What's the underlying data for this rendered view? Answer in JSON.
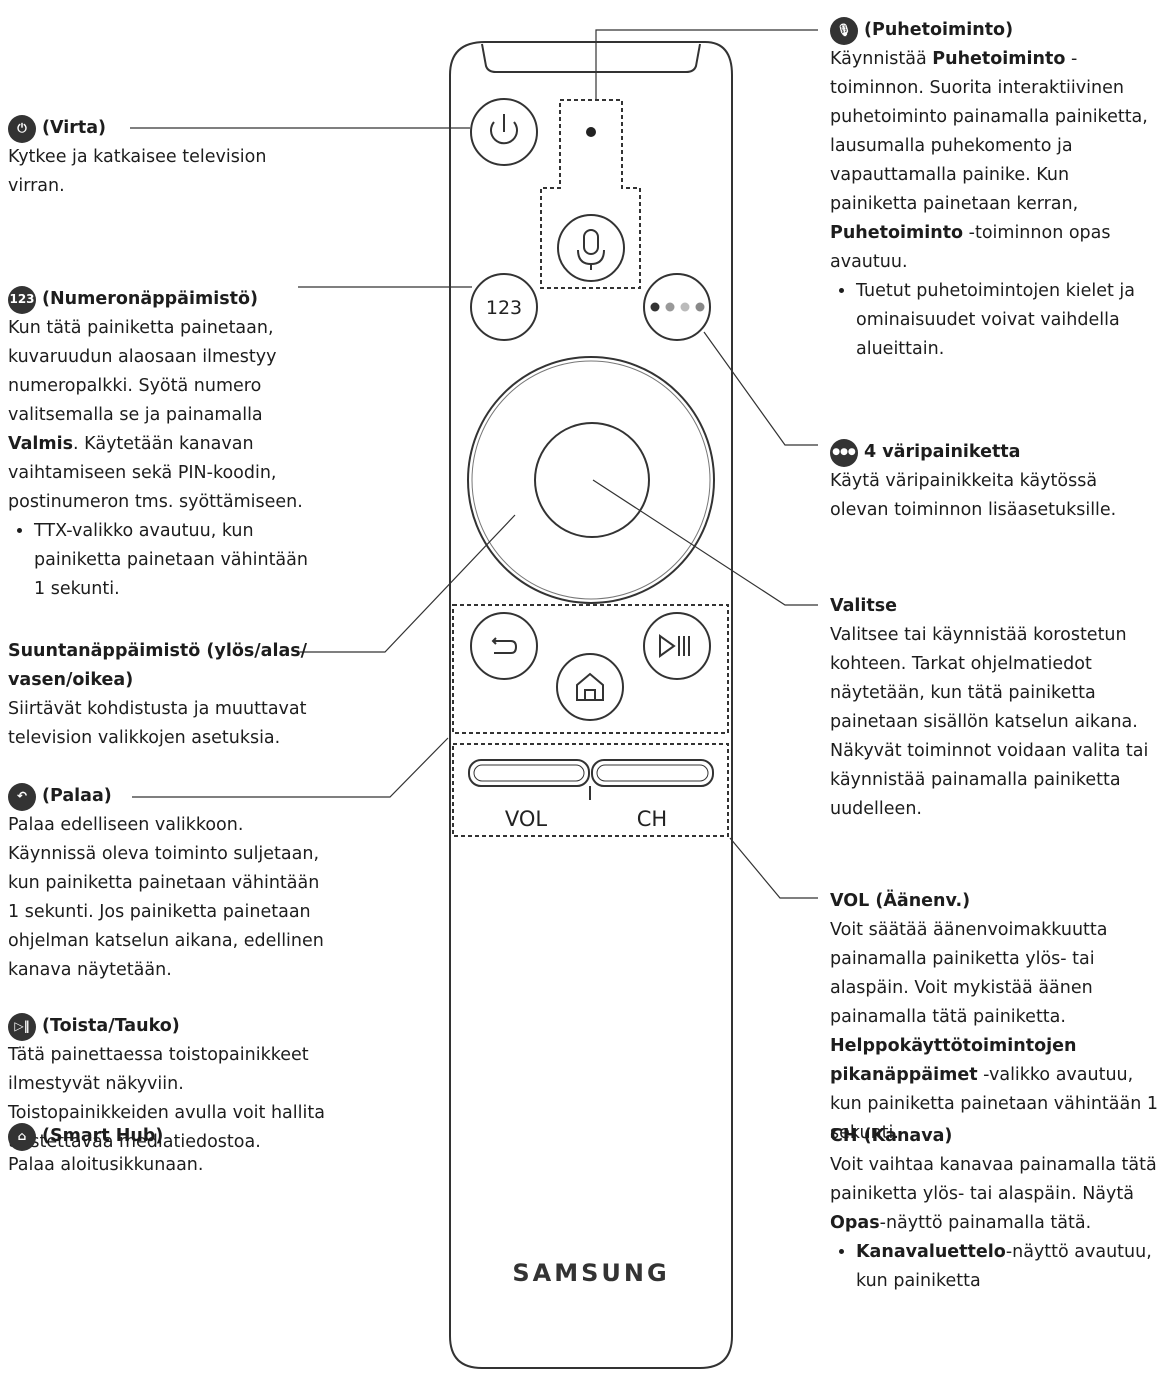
{
  "brand": "SAMSUNG",
  "remote": {
    "num_button": "123",
    "vol_label": "VOL",
    "ch_label": "CH"
  },
  "left": {
    "virta": {
      "title": "(Virta)",
      "text": "Kytkee ja katkaisee television virran."
    },
    "numero": {
      "icon": "123",
      "title": "(Numeronäppäimistö)",
      "text_a": "Kun tätä painiketta painetaan, kuvaruudun alaosaan ilmestyy numeropalkki. Syötä numero valitsemalla se ja painamalla ",
      "text_bold": "Valmis",
      "text_b": ". Käytetään kanavan vaihtamiseen sekä PIN-koodin, postinumeron tms. syöttämiseen.",
      "bullet": "TTX-valikko avautuu, kun painiketta painetaan vähintään 1 sekunti."
    },
    "suunta": {
      "title": "Suuntanäppäimistö (ylös/alas/ vasen/oikea)",
      "text": "Siirtävät kohdistusta ja muuttavat television valikkojen asetuksia."
    },
    "palaa": {
      "title": "(Palaa)",
      "text": "Palaa edelliseen valikkoon. Käynnissä oleva toiminto suljetaan, kun painiketta painetaan vähintään 1 sekunti. Jos painiketta painetaan ohjelman katselun aikana, edellinen kanava näytetään."
    },
    "toista": {
      "title": "(Toista/Tauko)",
      "text": "Tätä painettaessa toistopainikkeet ilmestyvät näkyviin. Toistopainikkeiden avulla voit hallita toistettavaa mediatiedostoa."
    },
    "smarthub": {
      "title": "(Smart Hub)",
      "text": "Palaa aloitusikkunaan."
    }
  },
  "right": {
    "puhe": {
      "title": "(Puhetoiminto)",
      "t1": "Käynnistää ",
      "b1": "Puhetoiminto",
      "t2": " -toiminnon. Suorita interaktiivinen puhetoiminto painamalla painiketta, lausumalla puhekomento ja vapauttamalla painike. Kun painiketta painetaan kerran, ",
      "b2": "Puhetoiminto",
      "t3": " -toiminnon opas avautuu.",
      "bullet": "Tuetut puhetoimintojen kielet ja ominaisuudet voivat vaihdella alueittain."
    },
    "vari": {
      "title": "4 väripainiketta",
      "text": "Käytä väripainikkeita käytössä olevan toiminnon lisäasetuksille."
    },
    "valitse": {
      "title": "Valitse",
      "text": "Valitsee tai käynnistää korostetun kohteen. Tarkat ohjelmatiedot näytetään, kun tätä painiketta painetaan sisällön katselun aikana. Näkyvät toiminnot voidaan valita tai käynnistää painamalla painiketta uudelleen."
    },
    "vol": {
      "title": "VOL (Äänenv.)",
      "t1": "Voit säätää äänenvoimakkuutta painamalla painiketta ylös- tai alaspäin. Voit mykistää äänen painamalla tätä painiketta. ",
      "b1": "Helppokäyttötoimintojen pikanäppäimet",
      "t2": " -valikko avautuu, kun painiketta painetaan vähintään 1 sekunti."
    },
    "ch": {
      "title": "CH (Kanava)",
      "t1": "Voit vaihtaa kanavaa painamalla tätä painiketta ylös- tai alaspäin. Näytä ",
      "b1": "Opas",
      "t2": "-näyttö painamalla tätä.",
      "bullet_b": "Kanavaluettelo",
      "bullet_t": "-näyttö avautuu, kun painiketta"
    }
  }
}
